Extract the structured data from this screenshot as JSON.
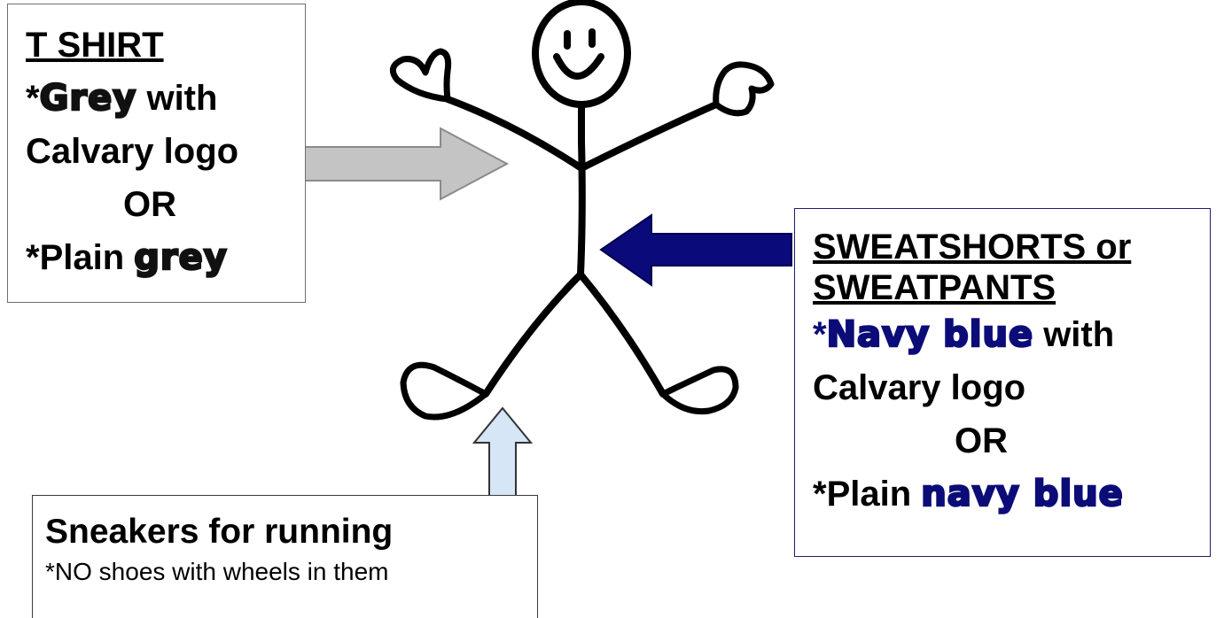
{
  "tshirt": {
    "heading": "T SHIRT",
    "line1_prefix": "*",
    "line1_color_word": "Grey",
    "line1_suffix": " with",
    "line2": "Calvary logo",
    "or": "OR",
    "line4_prefix": "*Plain ",
    "line4_color_word": "grey"
  },
  "bottoms": {
    "heading_line1": "SWEATSHORTS or",
    "heading_line2": "SWEATPANTS",
    "line1_prefix": "*",
    "line1_color_word": "Navy blue",
    "line1_suffix": " with",
    "line2": "Calvary logo",
    "or": "OR",
    "line4_prefix": "*Plain ",
    "line4_color_word": "navy blue"
  },
  "shoes": {
    "title": "Sneakers for running",
    "note": "*NO shoes with wheels in them"
  },
  "colors": {
    "grey_arrow": "#c4c4c4",
    "navy_arrow": "#0a0a7a",
    "light_blue_arrow": "#d6e6f7",
    "navy_text": "#0c0c78"
  }
}
